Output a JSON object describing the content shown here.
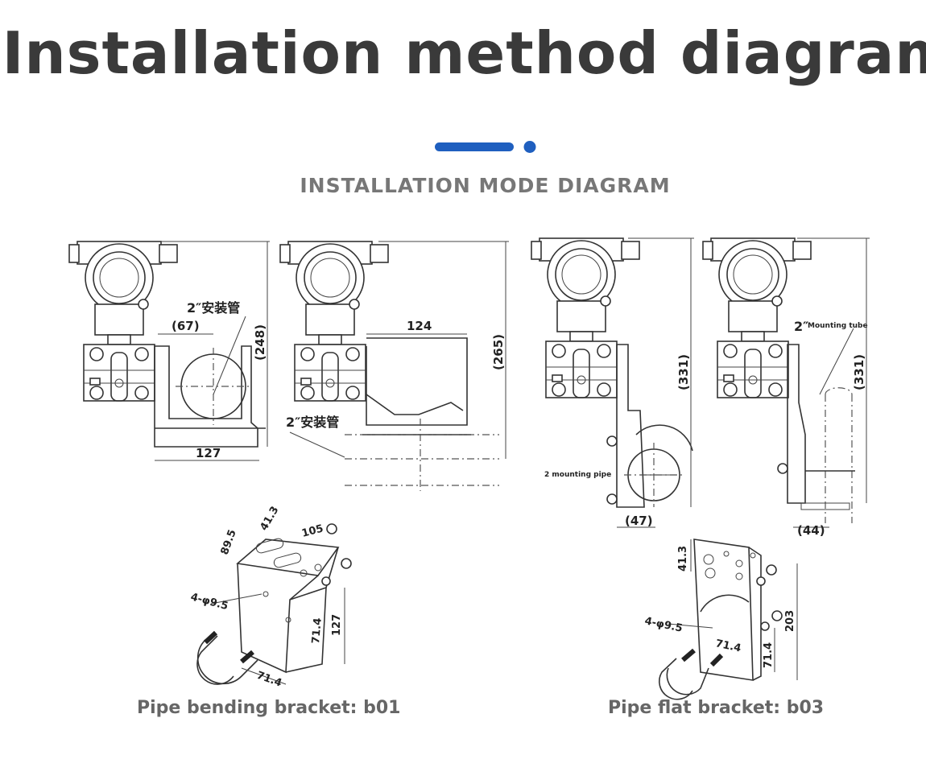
{
  "header": {
    "title": "Installation method diagram",
    "subtitle": "INSTALLATION MODE DIAGRAM",
    "accent_color": "#1f5fbf"
  },
  "diagram": {
    "fig1": {
      "pipe_label": "2″安装管",
      "dim_height": "(248)",
      "dim_offset": "(67)",
      "dim_width": "127"
    },
    "fig2": {
      "pipe_label": "2″安装管",
      "dim_height": "(265)",
      "dim_width": "124"
    },
    "fig3": {
      "pipe_label": "2 mounting pipe",
      "dim_height": "(331)",
      "dim_offset": "(47)"
    },
    "fig4": {
      "pipe_label": "Mounting tube",
      "pipe_prefix": "2″",
      "dim_height": "(331)",
      "dim_offset": "(44)"
    },
    "bracket_b01": {
      "dim_a": "89.5",
      "dim_b": "41.3",
      "dim_c": "105",
      "dim_holes": "4-φ9.5",
      "dim_d": "71.4",
      "dim_e": "127",
      "dim_f": "71.4"
    },
    "bracket_b03": {
      "dim_a": "41.3",
      "dim_holes": "4-φ9.5",
      "dim_b": "71.4",
      "dim_c": "71.4",
      "dim_d": "203"
    }
  },
  "captions": {
    "left": "Pipe bending bracket: b01",
    "right": "Pipe flat bracket: b03"
  }
}
